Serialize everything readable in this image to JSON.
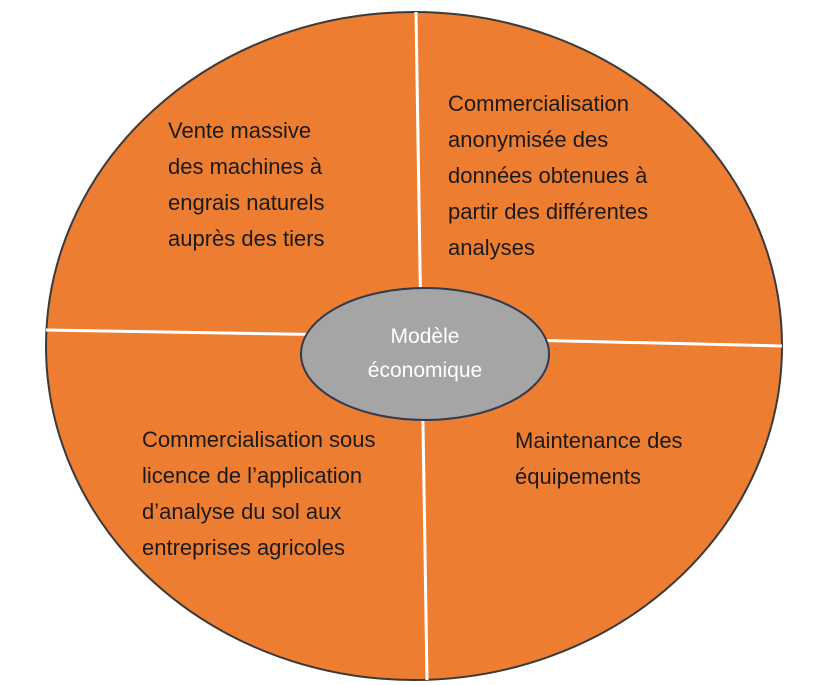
{
  "diagram": {
    "center": {
      "label": "Modèle\néconomique"
    },
    "quadrants": {
      "top_left": "Vente massive\ndes machines à\nengrais naturels\nauprès des tiers",
      "top_right": "Commercialisation\nanonymisée des\ndonnées obtenues à\npartir des différentes\nanalyses",
      "bottom_left": "Commercialisation sous\nlicence de l’application\nd’analyse du sol aux\nentreprises agricoles",
      "bottom_right": "Maintenance des\néquipements"
    },
    "colors": {
      "outer_fill": "#ED7D31",
      "outer_stroke": "#3A3A3A",
      "divider": "#FFFFFF",
      "center_fill": "#A5A5A5",
      "center_stroke": "#2F3B4F",
      "center_text": "#FFFFFF"
    }
  }
}
